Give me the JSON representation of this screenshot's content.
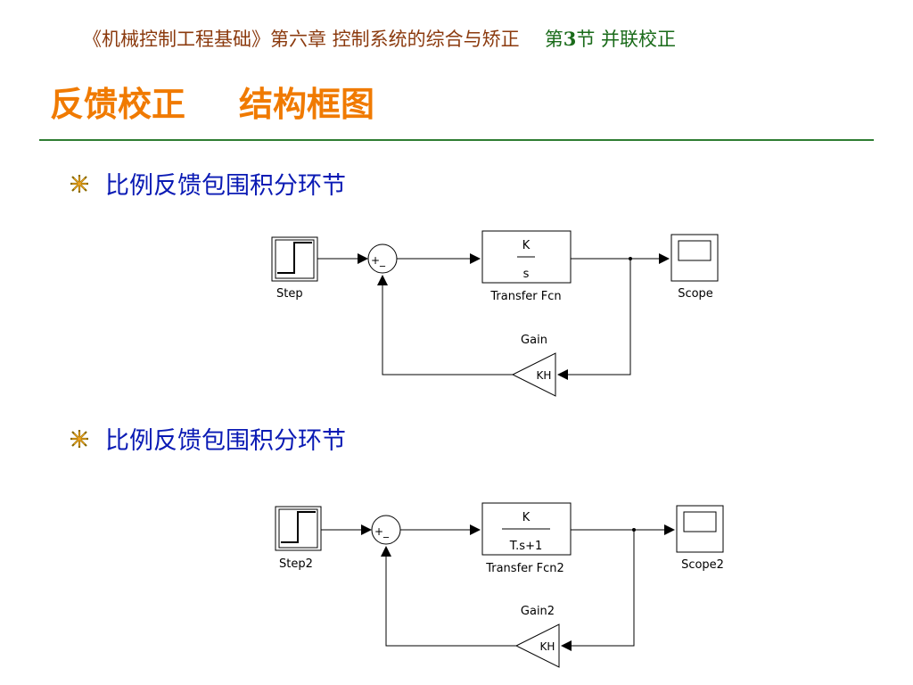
{
  "header": {
    "course": "《机械控制工程基础》第六章  控制系统的综合与矫正",
    "section_prefix": "第",
    "section_number": "3",
    "section_suffix": "节 并联校正"
  },
  "title": {
    "part1": "反馈校正",
    "part2": "结构框图"
  },
  "bullets": [
    {
      "text": "比例反馈包围积分环节"
    },
    {
      "text": "比例反馈包围积分环节"
    }
  ],
  "diagrams": [
    {
      "step_label": "Step",
      "sum_signs": "+_",
      "tf_numerator": "K",
      "tf_denominator": "s",
      "tf_label": "Transfer Fcn",
      "scope_label": "Scope",
      "gain_label": "Gain",
      "gain_value": "KH"
    },
    {
      "step_label": "Step2",
      "sum_signs": "+_",
      "tf_numerator": "K",
      "tf_denominator": "T.s+1",
      "tf_label": "Transfer Fcn2",
      "scope_label": "Scope2",
      "gain_label": "Gain2",
      "gain_value": "KH"
    }
  ],
  "colors": {
    "header_course": "#8B3A0E",
    "header_section": "#1A6B1A",
    "title": "#F07A00",
    "rule": "#2E7D32",
    "bullet_text": "#0A1AB4"
  }
}
